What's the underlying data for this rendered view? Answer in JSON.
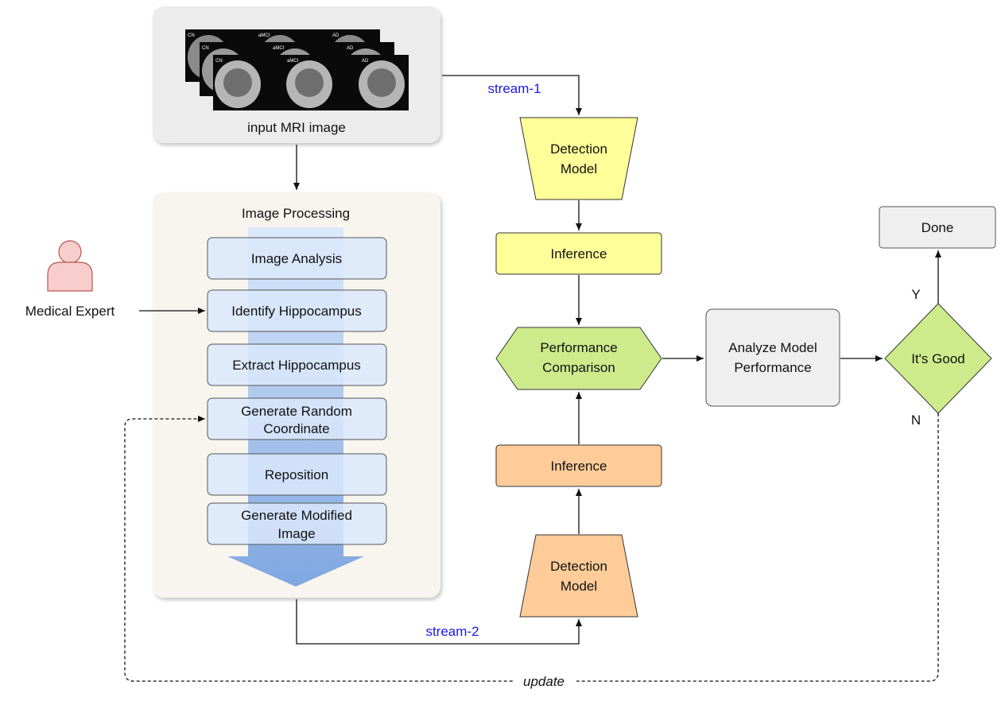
{
  "input": {
    "caption": "input MRI image",
    "slice_labels": [
      "CN",
      "aMCI",
      "AD"
    ]
  },
  "processing": {
    "title": "Image Processing",
    "steps": [
      [
        "Image Analysis"
      ],
      [
        "Identify Hippocampus"
      ],
      [
        "Extract Hippocampus"
      ],
      [
        "Generate Random",
        "Coordinate"
      ],
      [
        "Reposition"
      ],
      [
        "Generate Modified",
        "Image"
      ]
    ]
  },
  "expert": {
    "label": "Medical Expert"
  },
  "stream1": {
    "label": "stream-1",
    "detection_model": [
      "Detection",
      "Model"
    ],
    "inference": "Inference"
  },
  "stream2": {
    "label": "stream-2",
    "detection_model": [
      "Detection",
      "Model"
    ],
    "inference": "Inference"
  },
  "comparison": [
    "Performance",
    "Comparison"
  ],
  "analyze": [
    "Analyze Model",
    "Performance"
  ],
  "decision": {
    "label": "It's Good",
    "yes": "Y",
    "no": "N"
  },
  "done": "Done",
  "update": "update",
  "colors": {
    "yellow_fill": "#ffff99",
    "orange_fill": "#ffcc99",
    "green_fill": "#cdeb8b",
    "gray_fill": "#efefef",
    "step_fill": "#dae8fc",
    "panel_fill": "#f8f5ee",
    "person_fill": "#f8cecc",
    "person_stroke": "#b85450",
    "stream_label": "#1a1ae6"
  }
}
